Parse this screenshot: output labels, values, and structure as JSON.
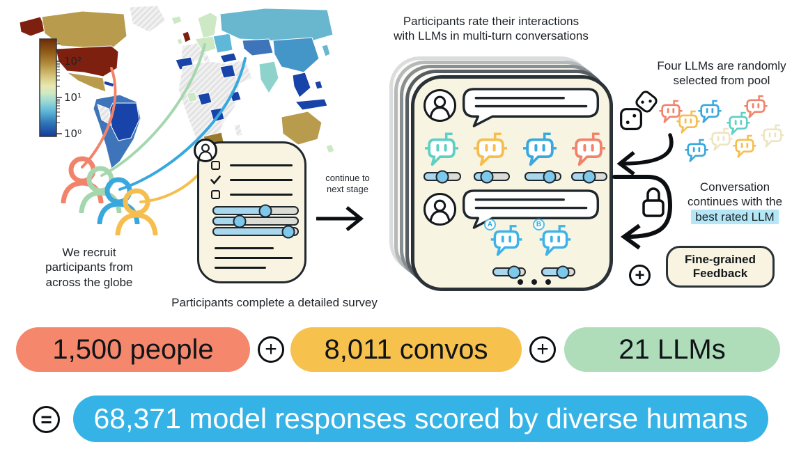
{
  "map": {
    "colorbar_ticks": [
      "10²",
      "10¹",
      "10⁰"
    ]
  },
  "recruit": {
    "caption": "We recruit\nparticipants from\nacross the globe"
  },
  "survey": {
    "caption": "Participants complete a detailed survey",
    "sliders": [
      "62%",
      "31%",
      "89%"
    ]
  },
  "transition": {
    "label": "continue to\nnext stage"
  },
  "rating": {
    "title": "Participants rate their interactions\nwith LLMs in multi-turn conversations",
    "robot_colors": [
      "#5ED0C4",
      "#F5BE4E",
      "#38A8DE",
      "#F2836B"
    ],
    "sliders": [
      "50%",
      "35%",
      "70%",
      "50%"
    ],
    "ab_badges": [
      "A",
      "B"
    ],
    "ab_robot_color": "#3FB3E8",
    "ab_sliders": [
      "65%",
      "65%"
    ]
  },
  "pool": {
    "title": "Four LLMs are randomly\nselected from pool",
    "robots": [
      {
        "color": "#F5BE4E"
      },
      {
        "color": "#F2836B"
      },
      {
        "color": "#38A8DE"
      },
      {
        "color": "#F2836B"
      },
      {
        "color": "#5ED0C4"
      },
      {
        "color": "#EDE5C2"
      },
      {
        "color": "#EDE5C2"
      },
      {
        "color": "#F5BE4E"
      },
      {
        "color": "#38A8DE"
      }
    ]
  },
  "continuation": {
    "line1": "Conversation",
    "line2": "continues with the",
    "highlight": "best rated LLM",
    "highlight_color": "#B4E6F6"
  },
  "feedback": {
    "plus": "+",
    "label": "Fine-grained\nFeedback"
  },
  "stats": {
    "pills": [
      {
        "label": "1,500 people",
        "color": "#F4876C"
      },
      {
        "label": "8,011 convos",
        "color": "#F6C14D"
      },
      {
        "label": "21 LLMs",
        "color": "#AFDDBA"
      }
    ],
    "plus": "+",
    "equals": "=",
    "result": {
      "label": "68,371 model responses scored by diverse humans",
      "color": "#36B3E6"
    }
  }
}
